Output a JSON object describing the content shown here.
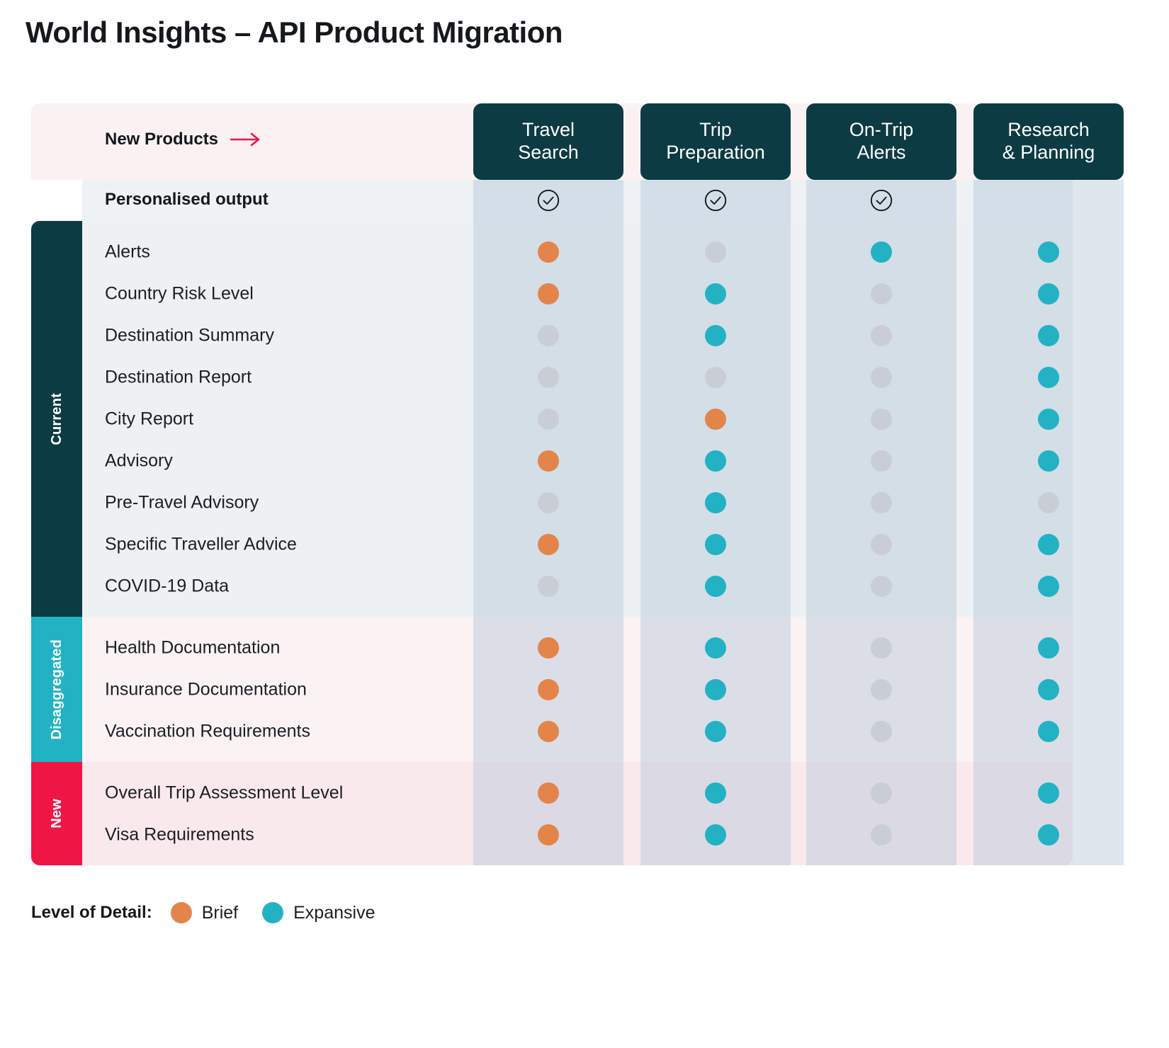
{
  "title": "World Insights – API Product Migration",
  "header": {
    "row_label": "New Products",
    "arrow_icon": "arrow-right-icon",
    "arrow_color": "#ef1646",
    "columns": [
      {
        "label": "Travel Search",
        "line1": "Travel",
        "line2": "Search"
      },
      {
        "label": "Trip Preparation",
        "line1": "Trip",
        "line2": "Preparation"
      },
      {
        "label": "On-Trip Alerts",
        "line1": "On-Trip",
        "line2": "Alerts"
      },
      {
        "label": "Research & Planning",
        "line1": "Research",
        "line2": "& Planning"
      }
    ]
  },
  "personalised": {
    "label": "Personalised output",
    "values": [
      "check",
      "check",
      "check",
      "none"
    ]
  },
  "sections": [
    {
      "key": "current",
      "label": "Current",
      "color": "#0d3b43",
      "rows": [
        {
          "label": "Alerts",
          "values": [
            "brief",
            "none",
            "expansive",
            "expansive"
          ]
        },
        {
          "label": "Country Risk Level",
          "values": [
            "brief",
            "expansive",
            "none",
            "expansive"
          ]
        },
        {
          "label": "Destination Summary",
          "values": [
            "none",
            "expansive",
            "none",
            "expansive"
          ]
        },
        {
          "label": "Destination Report",
          "values": [
            "none",
            "none",
            "none",
            "expansive"
          ]
        },
        {
          "label": "City Report",
          "values": [
            "none",
            "brief",
            "none",
            "expansive"
          ]
        },
        {
          "label": "Advisory",
          "values": [
            "brief",
            "expansive",
            "none",
            "expansive"
          ]
        },
        {
          "label": "Pre-Travel Advisory",
          "values": [
            "none",
            "expansive",
            "none",
            "none"
          ]
        },
        {
          "label": "Specific Traveller Advice",
          "values": [
            "brief",
            "expansive",
            "none",
            "expansive"
          ]
        },
        {
          "label": "COVID-19 Data",
          "values": [
            "none",
            "expansive",
            "none",
            "expansive"
          ]
        }
      ]
    },
    {
      "key": "disaggregated",
      "label": "Disaggregated",
      "color": "#22b2c4",
      "rows": [
        {
          "label": "Health Documentation",
          "values": [
            "brief",
            "expansive",
            "none",
            "expansive"
          ]
        },
        {
          "label": "Insurance Documentation",
          "values": [
            "brief",
            "expansive",
            "none",
            "expansive"
          ]
        },
        {
          "label": "Vaccination Requirements",
          "values": [
            "brief",
            "expansive",
            "none",
            "expansive"
          ]
        }
      ]
    },
    {
      "key": "new",
      "label": "New",
      "color": "#ef1646",
      "rows": [
        {
          "label": "Overall Trip Assessment Level",
          "values": [
            "brief",
            "expansive",
            "none",
            "expansive"
          ]
        },
        {
          "label": "Visa Requirements",
          "values": [
            "brief",
            "expansive",
            "none",
            "expansive"
          ]
        }
      ]
    }
  ],
  "legend": {
    "title": "Level of Detail:",
    "items": [
      {
        "label": "Brief",
        "color": "#e3854a"
      },
      {
        "label": "Expansive",
        "color": "#22b2c4"
      }
    ]
  },
  "colors": {
    "brief": "#e3854a",
    "expansive": "#22b2c4",
    "none": "#c9ced6",
    "header_chip": "#0d3b43",
    "col_tint": "rgba(176,196,214,0.42)"
  }
}
